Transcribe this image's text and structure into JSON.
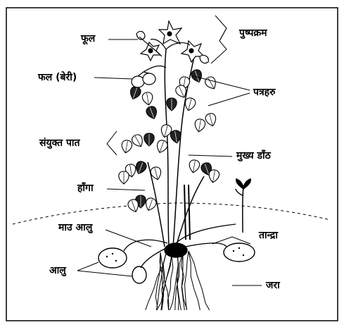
{
  "labels": {
    "flower": "फूल",
    "inflorescence": "पुष्पक्रम",
    "fruit_berry": "फल (बेरी)",
    "leaves": "पत्रहरु",
    "compound_leaf": "संयुक्त पात",
    "main_stem": "मुख्य डाँठ",
    "branch": "हाँगा",
    "mother_tuber": "माउ आलु",
    "stolon": "तान्द्रा",
    "tuber": "आलु",
    "root": "जरा"
  },
  "colors": {
    "ink": "#000000",
    "paper": "#ffffff"
  }
}
